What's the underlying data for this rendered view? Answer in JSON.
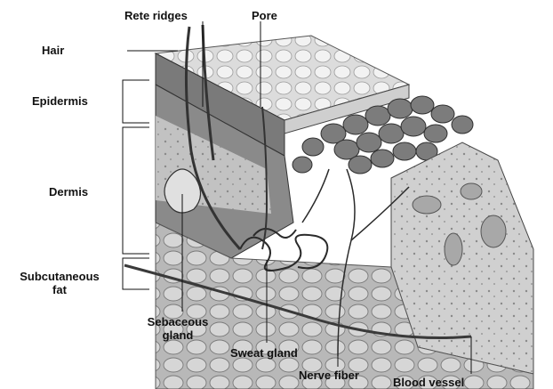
{
  "labels": {
    "hair": "Hair",
    "rete_ridges": "Rete ridges",
    "pore": "Pore",
    "epidermis": "Epidermis",
    "dermis": "Dermis",
    "subcutaneous_line1": "Subcutaneous",
    "subcutaneous_line2": "fat",
    "sebaceous_line1": "Sebaceous",
    "sebaceous_line2": "gland",
    "sweat_gland": "Sweat gland",
    "nerve_fiber": "Nerve fiber",
    "blood_vessel": "Blood vessel"
  },
  "colors": {
    "ink": "#111111",
    "dermis_dark": "#6e6e6e",
    "epidermis_top": "#d8d8d8",
    "fat": "#bdbdbd",
    "cell_light": "#e6e6e6"
  }
}
